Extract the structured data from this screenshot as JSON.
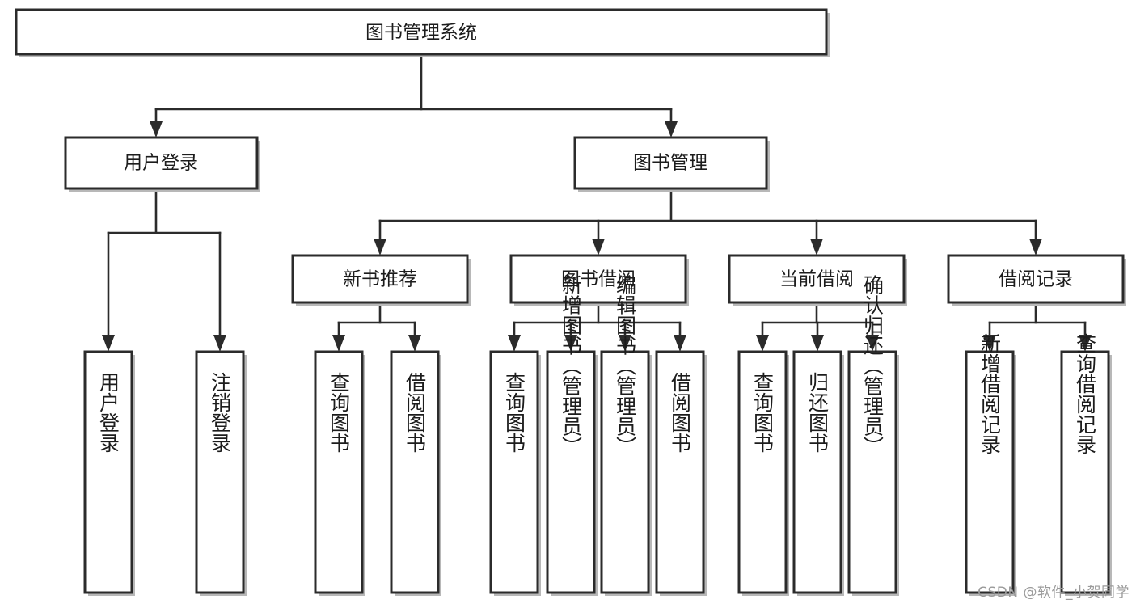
{
  "diagram": {
    "title": "图书管理系统",
    "type": "tree-hierarchy-diagram",
    "watermark": "CSDN @软件_小贺同学",
    "colors": {
      "box_fill": "#ffffff",
      "box_stroke": "#2b2b2b",
      "shadow": "#b8b8b8",
      "text": "#1c1c1c",
      "watermark": "#9a9a9a",
      "background": "#ffffff"
    },
    "root": {
      "label": "图书管理系统"
    },
    "level2": [
      {
        "label": "用户登录"
      },
      {
        "label": "图书管理"
      }
    ],
    "level3": [
      {
        "label": "新书推荐"
      },
      {
        "label": "图书借阅"
      },
      {
        "label": "当前借阅"
      },
      {
        "label": "借阅记录"
      }
    ],
    "leaves": {
      "user_login": [
        {
          "label": "用户登录"
        },
        {
          "label": "注销登录"
        }
      ],
      "new_book_recommend": [
        {
          "label": "查询图书"
        },
        {
          "label": "借阅图书"
        }
      ],
      "book_borrow": [
        {
          "label": "查询图书"
        },
        {
          "label": "新增图书（管理员）"
        },
        {
          "label": "编辑图书（管理员）"
        },
        {
          "label": "借阅图书"
        }
      ],
      "current_borrow": [
        {
          "label": "查询图书"
        },
        {
          "label": "归还图书"
        },
        {
          "label": "确认归还（管理员）"
        }
      ],
      "borrow_record": [
        {
          "label": "新增借阅记录"
        },
        {
          "label": "查询借阅记录"
        }
      ]
    }
  }
}
